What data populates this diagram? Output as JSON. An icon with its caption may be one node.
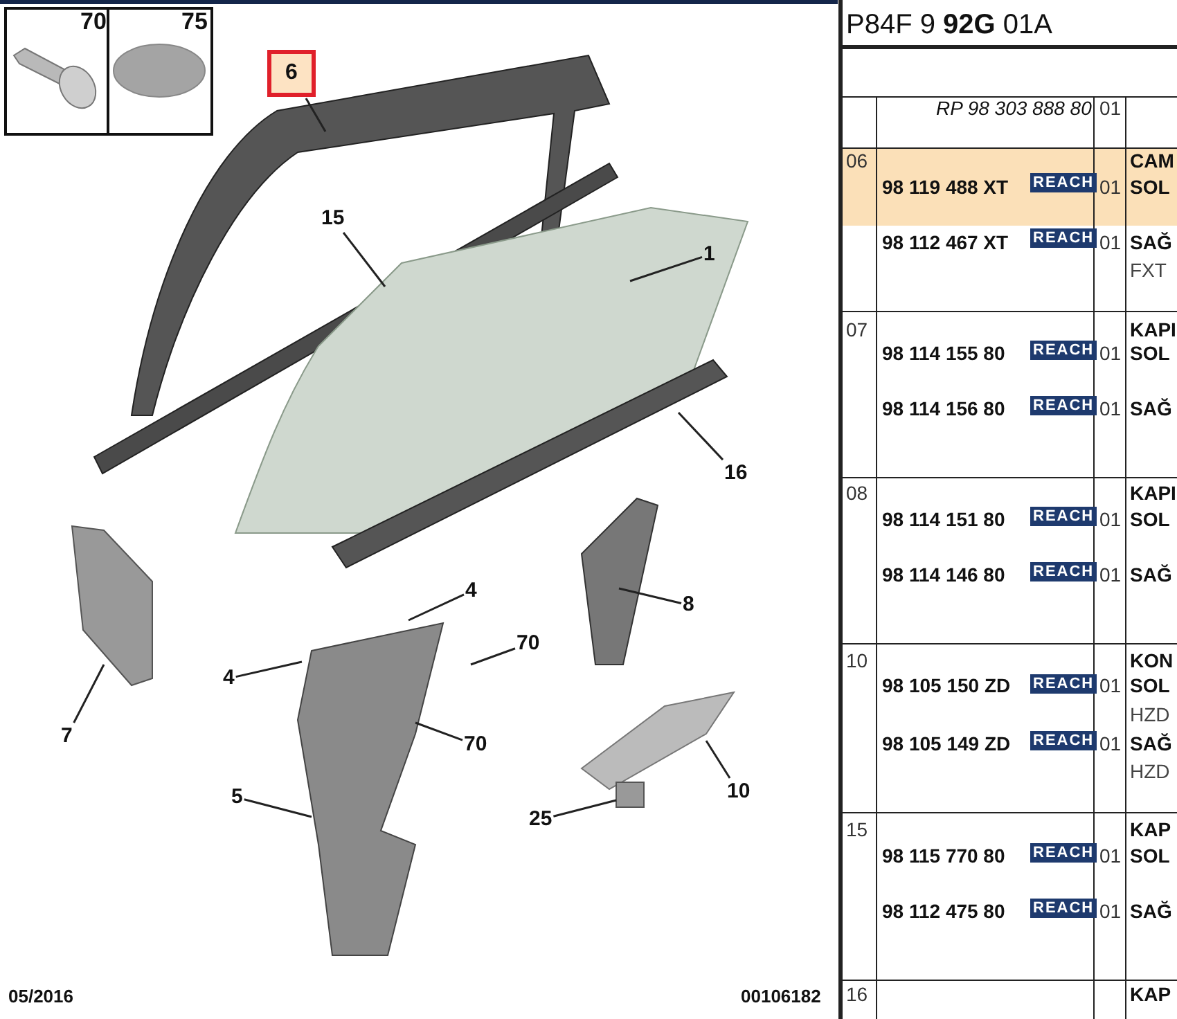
{
  "diagram": {
    "title": "P84F 9 **92G** 01A",
    "nodes": [
      {
        "text": [
          "6"
        ]
      },
      {
        "text": [
          "15"
        ]
      },
      {
        "text": [
          "1"
        ]
      },
      {
        "text": [
          "16"
        ]
      },
      {
        "text": [
          "4"
        ]
      },
      {
        "text": [
          "8"
        ]
      },
      {
        "text": [
          "4"
        ]
      },
      {
        "text": [
          "70"
        ]
      },
      {
        "text": [
          "7"
        ]
      },
      {
        "text": [
          "70"
        ]
      },
      {
        "text": [
          "5"
        ]
      },
      {
        "text": [
          "25"
        ]
      },
      {
        "text": [
          "10"
        ]
      }
    ],
    "edges": [
      {
        "from": 0,
        "to": null,
        "arrow": "none"
      },
      {
        "from": 1,
        "to": null,
        "arrow": "none"
      },
      {
        "from": 2,
        "to": null,
        "arrow": "none"
      },
      {
        "from": 3,
        "to": null,
        "arrow": "none"
      },
      {
        "from": 4,
        "to": null,
        "arrow": "none"
      },
      {
        "from": 5,
        "to": null,
        "arrow": "none"
      },
      {
        "from": 6,
        "to": null,
        "arrow": "none"
      },
      {
        "from": 7,
        "to": null,
        "arrow": "none"
      },
      {
        "from": 8,
        "to": null,
        "arrow": "none"
      },
      {
        "from": 9,
        "to": null,
        "arrow": "none"
      },
      {
        "from": 10,
        "to": null,
        "arrow": "none"
      },
      {
        "from": 11,
        "to": null,
        "arrow": "none"
      },
      {
        "from": 12,
        "to": null,
        "arrow": "none"
      }
    ],
    "labels": [
      "70",
      "75",
      "RP 98 303 888 80",
      "01",
      "06",
      "CAM",
      "98 119 488 XT",
      "REACH",
      "01",
      "SOL",
      "98 112 467 XT",
      "REACH",
      "01",
      "SAĞ",
      "FXT",
      "07",
      "KAPI",
      "98 114 155 80",
      "REACH",
      "01",
      "SOL",
      "98 114 156 80",
      "REACH",
      "01",
      "SAĞ",
      "08",
      "KAPI",
      "98 114 151 80",
      "REACH",
      "01",
      "SOL",
      "98 114 146 80",
      "REACH",
      "01",
      "SAĞ",
      "10",
      "KON",
      "98 105 150 ZD",
      "REACH",
      "01",
      "SOL",
      "HZD",
      "98 105 149 ZD",
      "REACH",
      "01",
      "SAĞ",
      "HZD",
      "15",
      "KAP",
      "98 115 770 80",
      "REACH",
      "01",
      "SOL",
      "98 112 475 80",
      "REACH",
      "01",
      "SAĞ",
      "05/2016",
      "00106182",
      "16",
      "KAP"
    ]
  }
}
